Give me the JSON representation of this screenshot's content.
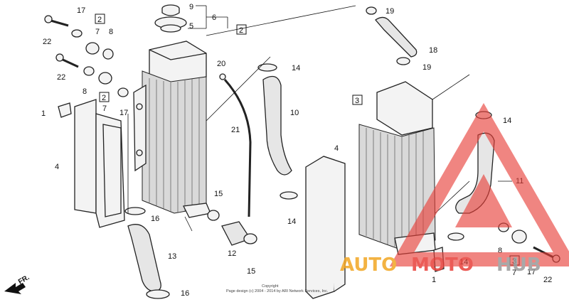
{
  "callouts": {
    "c1_left": "1",
    "c1_right": "1",
    "c2_top": "2",
    "c2_mid": "2",
    "c2_kit": "2",
    "c3_right_tank": "3",
    "c3_bottom": "3",
    "c4_left": "4",
    "c4_mid": "4",
    "c5": "5",
    "c6": "6",
    "c7_top": "7",
    "c7_mid": "7",
    "c7_right": "7",
    "c8_top": "8",
    "c8_mid": "8",
    "c8_right": "8",
    "c9": "9",
    "c10": "10",
    "c11": "11",
    "c12": "12",
    "c13": "13",
    "c14_a": "14",
    "c14_b": "14",
    "c14_c": "14",
    "c14_d": "14",
    "c15_a": "15",
    "c15_b": "15",
    "c16_a": "16",
    "c16_b": "16",
    "c17_top": "17",
    "c17_mid": "17",
    "c17_right": "17",
    "c18": "18",
    "c19_a": "19",
    "c19_b": "19",
    "c20": "20",
    "c21": "21",
    "c22_top": "22",
    "c22_mid": "22",
    "c22_right": "22"
  },
  "front_indicator": "FR.",
  "watermark": {
    "left": "AUTO",
    "mid": "MOTO",
    "right": "HUB"
  },
  "copyright": {
    "line1": "Copyright",
    "line2": "Page design (c) 2004 - 2014 by ARI Network Services, Inc."
  },
  "colors": {
    "watermark_red": "#e8403a",
    "watermark_orange": "#f2a623",
    "watermark_gray": "#9a9a9a"
  }
}
